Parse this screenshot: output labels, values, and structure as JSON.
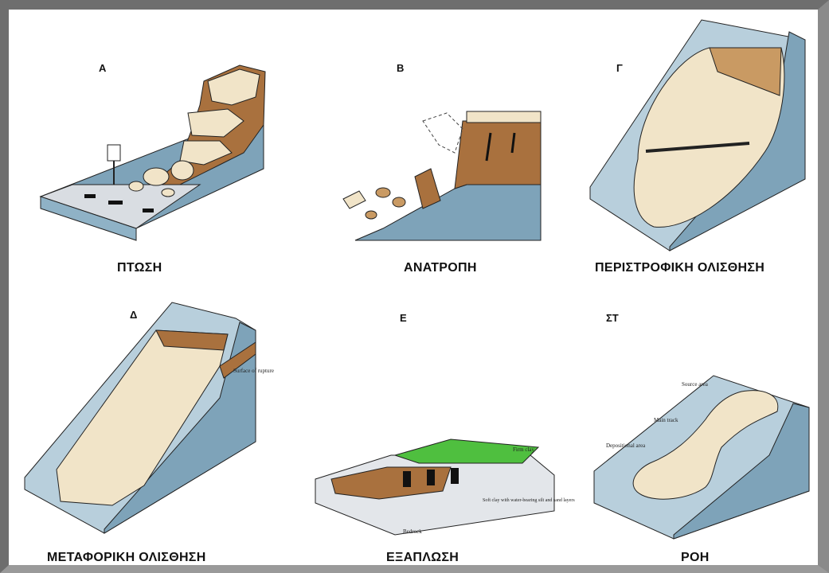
{
  "colors": {
    "slope_face": "#b8cfdc",
    "slope_side": "#7ea3b9",
    "rock_brown": "#a9713e",
    "rock_light": "#c99a63",
    "debris": "#f1e4c8",
    "road": "#d9dde2",
    "grass": "#4fbf3f",
    "ink": "#111111"
  },
  "panels": [
    {
      "letter": "Α",
      "caption": "ΠΤΩΣΗ"
    },
    {
      "letter": "Β",
      "caption": "ΑΝΑΤΡΟΠΗ"
    },
    {
      "letter": "Γ",
      "caption": "ΠΕΡΙΣΤΡΟΦΙΚΗ ΟΛΙΣΘΗΣΗ"
    },
    {
      "letter": "Δ",
      "caption": "ΜΕΤΑΦΟΡΙΚΗ ΟΛΙΣΘΗΣΗ",
      "labels": {
        "surface": "Surface of rupture"
      }
    },
    {
      "letter": "Ε",
      "caption": "ΕΞΑΠΛΩΣΗ",
      "labels": {
        "firm_clay": "Firm clay",
        "soft_clay": "Soft clay with water-bearing silt and sand layers",
        "bedrock": "Bedrock"
      }
    },
    {
      "letter": "ΣΤ",
      "caption": "ΡΟΗ",
      "labels": {
        "source": "Source area",
        "main_track": "Main track",
        "depositional": "Depositional area"
      }
    }
  ]
}
